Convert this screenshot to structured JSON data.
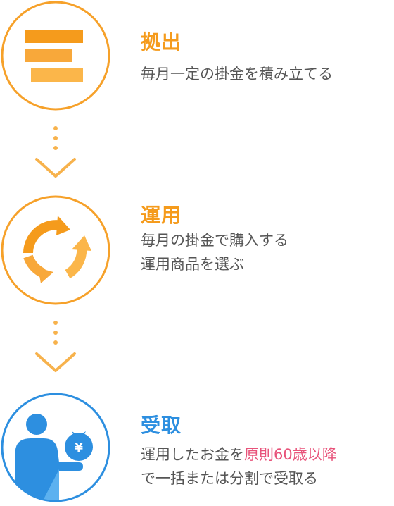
{
  "colors": {
    "orange": "#f59b1c",
    "orange_light": "#fbb64a",
    "blue": "#2d8fe0",
    "blue_light": "#5cb1f0",
    "text": "#555555",
    "highlight": "#e8537a"
  },
  "steps": [
    {
      "icon": "contribution-bars-icon",
      "title": "拠出",
      "desc_lines": [
        "毎月一定の掛金を積み立てる"
      ]
    },
    {
      "icon": "cycle-arrows-icon",
      "title": "運用",
      "desc_lines": [
        "毎月の掛金で購入する",
        "運用商品を選ぶ"
      ]
    },
    {
      "icon": "person-money-bag-icon",
      "title": "受取",
      "desc_line1_before": "運用したお金を",
      "desc_line1_highlight": "原則60歳以降",
      "desc_line2": "で一括または分割で受取る",
      "bag_symbol": "¥"
    }
  ]
}
